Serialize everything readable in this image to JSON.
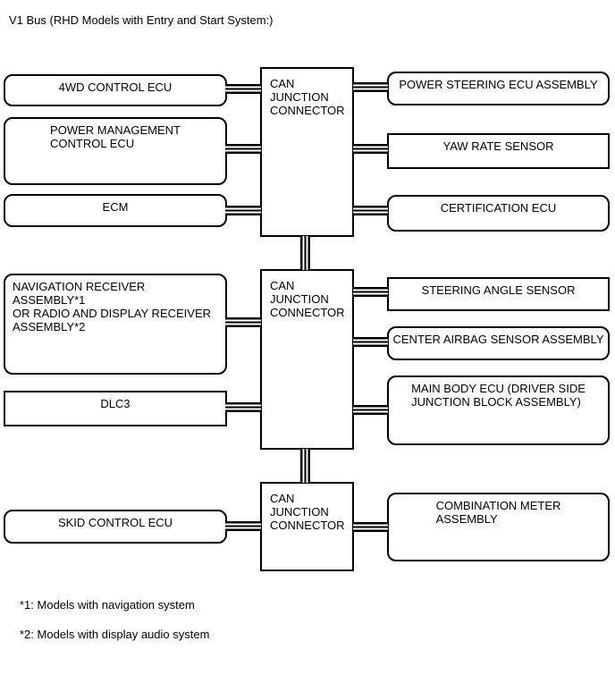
{
  "title": "V1 Bus (RHD Models with Entry and Start System:)",
  "junctions": {
    "top": "CAN\nJUNCTION\nCONNECTOR",
    "middle": "CAN\nJUNCTION\nCONNECTOR",
    "bottom": "CAN\nJUNCTION\nCONNECTOR"
  },
  "nodes": {
    "left": [
      {
        "label": "4WD CONTROL ECU"
      },
      {
        "label": "POWER MANAGEMENT\nCONTROL ECU"
      },
      {
        "label": "ECM"
      },
      {
        "label": "NAVIGATION RECEIVER ASSEMBLY*1\nOR RADIO AND DISPLAY RECEIVER\nASSEMBLY*2"
      },
      {
        "label": "DLC3"
      },
      {
        "label": "SKID CONTROL ECU"
      }
    ],
    "right": [
      {
        "label": "POWER STEERING ECU ASSEMBLY"
      },
      {
        "label": "YAW RATE SENSOR"
      },
      {
        "label": "CERTIFICATION ECU"
      },
      {
        "label": "STEERING ANGLE SENSOR"
      },
      {
        "label": "CENTER AIRBAG SENSOR ASSEMBLY"
      },
      {
        "label": "MAIN BODY ECU (DRIVER SIDE\nJUNCTION BLOCK ASSEMBLY)"
      },
      {
        "label": "COMBINATION METER\nASSEMBLY"
      }
    ]
  },
  "footnotes": [
    "*1: Models with navigation system",
    "*2: Models with display audio system"
  ]
}
